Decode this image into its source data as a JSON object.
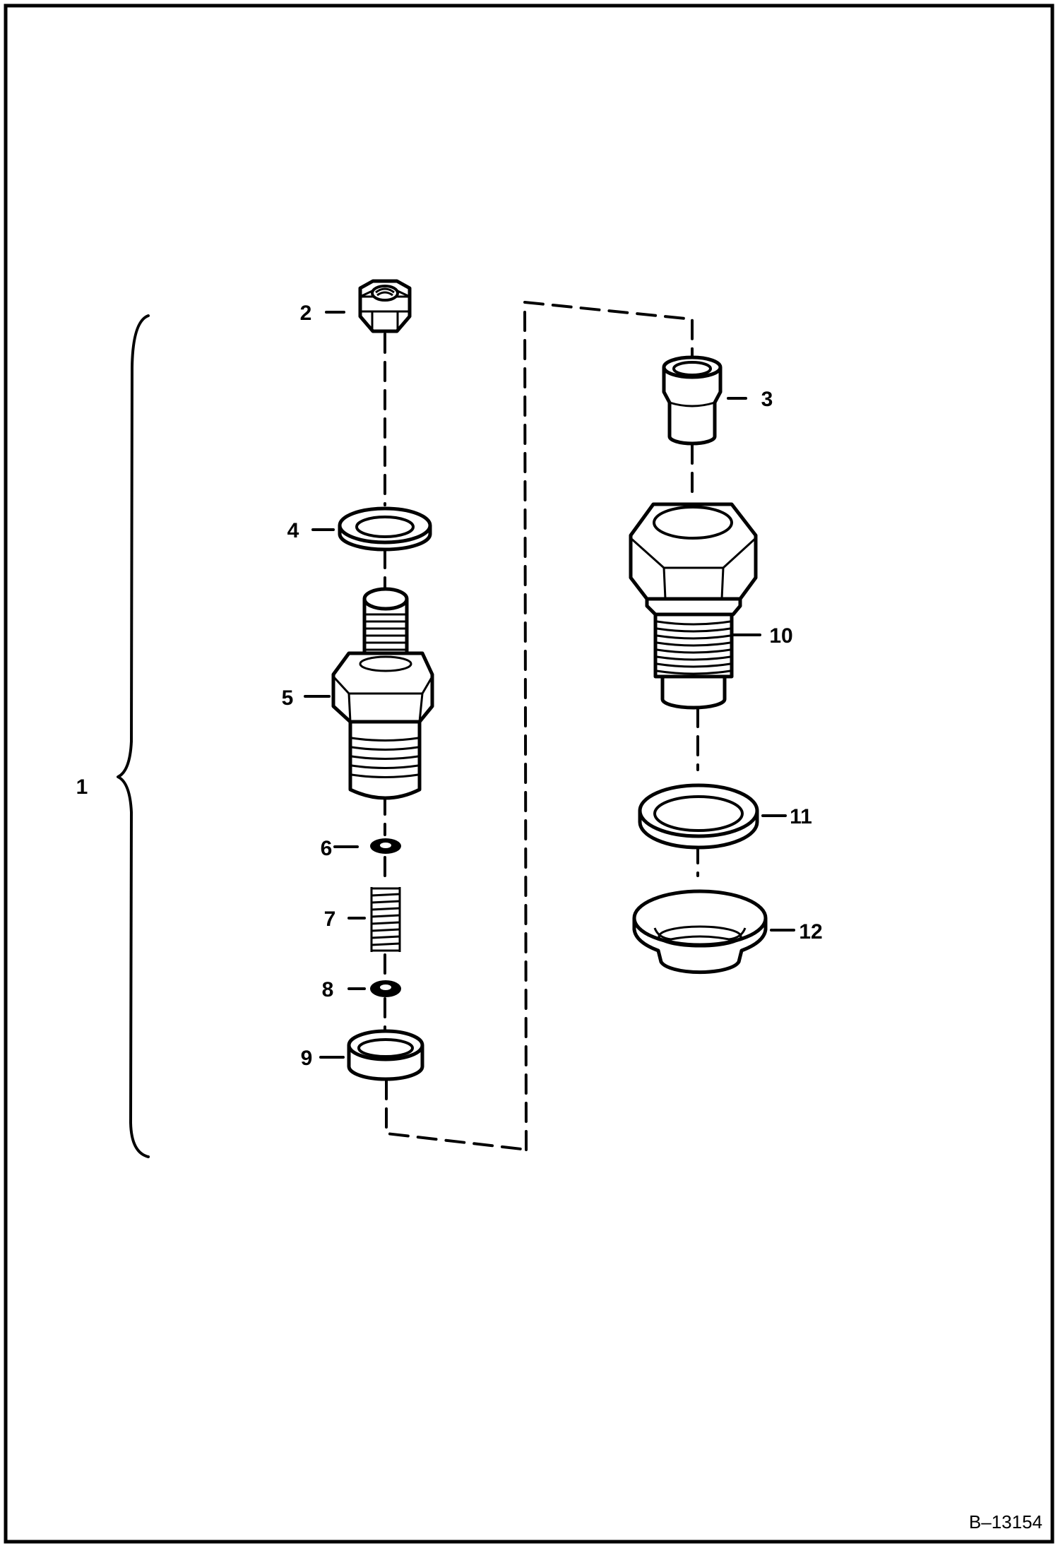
{
  "figure": {
    "reference_code": "B–13154",
    "callouts": {
      "c1": "1",
      "c2": "2",
      "c3": "3",
      "c4": "4",
      "c5": "5",
      "c6": "6",
      "c7": "7",
      "c8": "8",
      "c9": "9",
      "c10": "10",
      "c11": "11",
      "c12": "12"
    }
  }
}
